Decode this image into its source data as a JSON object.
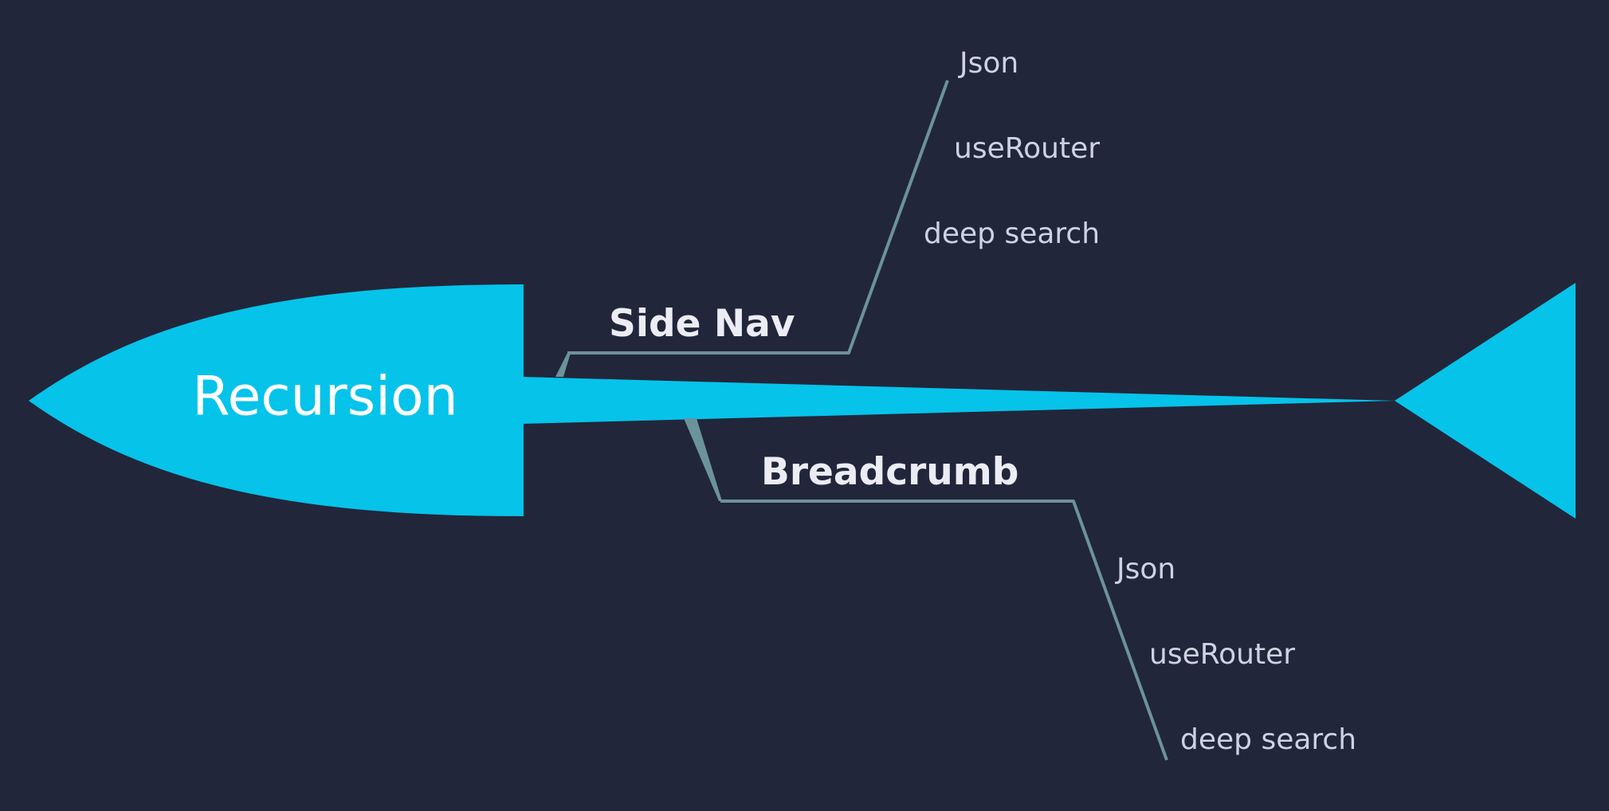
{
  "diagram": {
    "central_topic": "Recursion",
    "colors": {
      "background": "#22263a",
      "spine": "#06c3ea",
      "bone": "#6b939a",
      "topic_text": "#ffffff",
      "branch_text": "#ececf5",
      "leaf_text": "#cdd3e2"
    },
    "branches": [
      {
        "label": "Side Nav",
        "items": [
          "Json",
          "useRouter",
          "deep search"
        ]
      },
      {
        "label": "Breadcrumb",
        "items": [
          "Json",
          "useRouter",
          "deep search"
        ]
      }
    ]
  }
}
